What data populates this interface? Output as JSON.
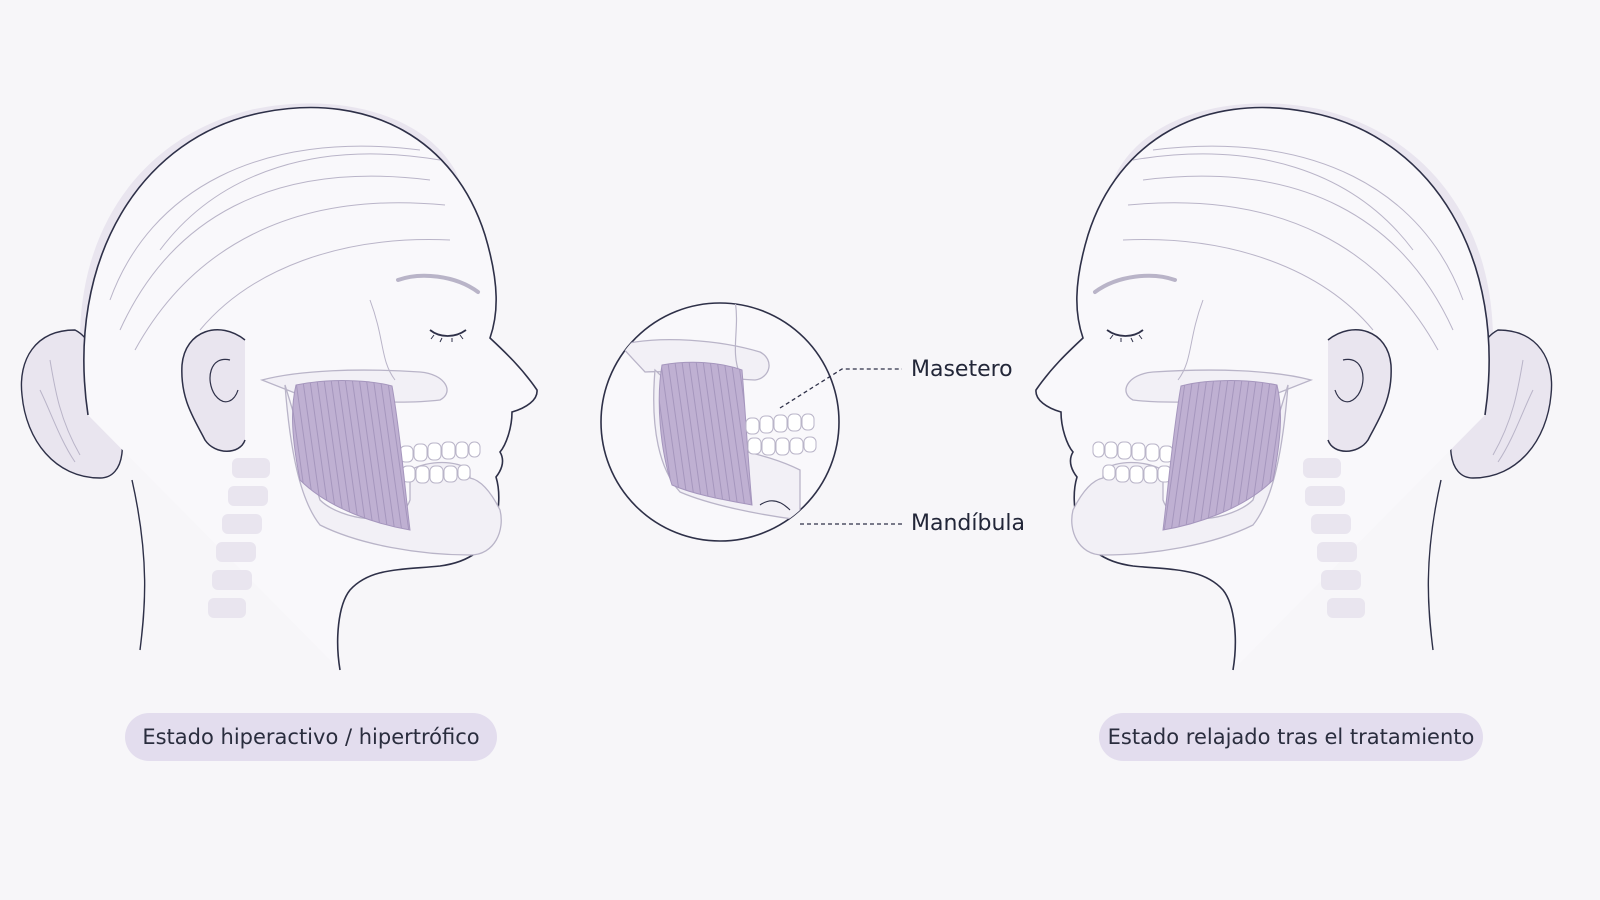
{
  "labels": {
    "left_state": "Estado hiperactivo / hipertrófico",
    "right_state": "Estado relajado tras el tratamiento"
  },
  "callouts": {
    "muscle": "Masetero",
    "jaw": "Mandíbula"
  },
  "colors": {
    "background": "#f7f6f9",
    "pill": "#e3ddee",
    "muscle": "#bfb0d2",
    "muscle_stripe": "#a596bd",
    "bone": "#f2f0f6",
    "skin_shadow": "#e9e5ef",
    "outline": "#2e3048",
    "line_light": "#b9b4c8"
  },
  "icons": [
    "woman-profile-illustration",
    "masseter-closeup-illustration"
  ]
}
